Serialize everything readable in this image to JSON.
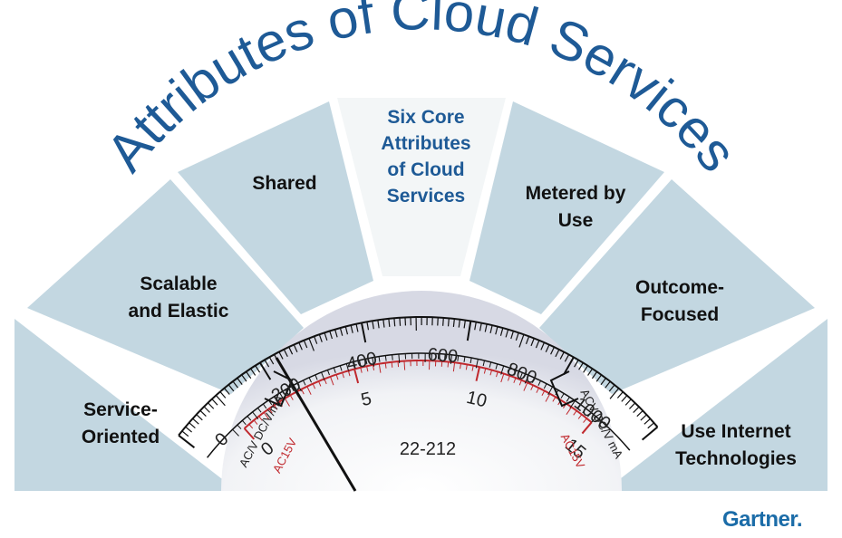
{
  "title": "Attributes of Cloud Services",
  "center": {
    "lines": [
      "Six Core",
      "Attributes",
      "of Cloud",
      "Services"
    ]
  },
  "attributes": [
    {
      "key": "service-oriented",
      "lines": [
        "Service-",
        "Oriented"
      ]
    },
    {
      "key": "scalable-and-elastic",
      "lines": [
        "Scalable",
        "and Elastic"
      ]
    },
    {
      "key": "shared",
      "lines": [
        "Shared"
      ]
    },
    {
      "key": "metered-by-use",
      "lines": [
        "Metered by",
        "Use"
      ]
    },
    {
      "key": "outcome-focused",
      "lines": [
        "Outcome-",
        "Focused"
      ]
    },
    {
      "key": "use-internet-technologies",
      "lines": [
        "Use Internet",
        "Technologies"
      ]
    }
  ],
  "meter": {
    "outer_scale": [
      "0",
      "200",
      "400",
      "600",
      "800",
      "1000"
    ],
    "inner_scale": [
      "0",
      "5",
      "10",
      "15"
    ],
    "left_outer_label": "AC/V DC/V/mA",
    "left_inner_label": "AC15V",
    "right_outer_label": "ACV DC/V mA",
    "right_inner_label": "AC15V",
    "model": "22-212"
  },
  "brand": "Gartner.",
  "colors": {
    "segment": "#c3d7e1",
    "center_segment": "#f3f6f7",
    "title": "#1e5a96",
    "brand": "#1b6ca8",
    "red_scale": "#c0282d"
  }
}
